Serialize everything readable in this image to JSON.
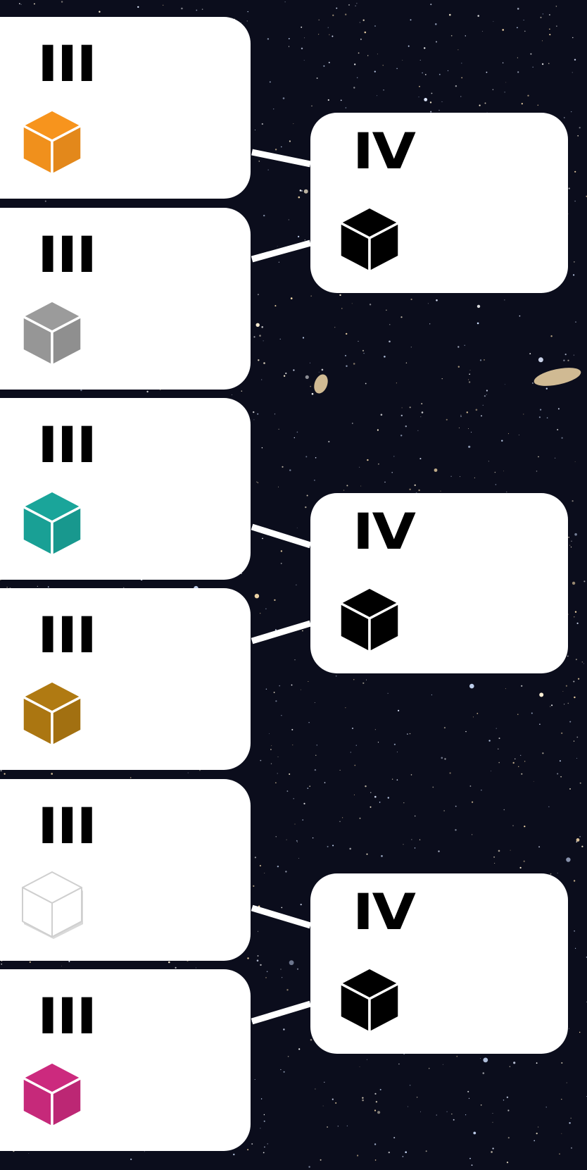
{
  "diagram": {
    "background": "starfield",
    "link_color": "#ffffff",
    "left_nodes": [
      {
        "label": "III",
        "cube_color": "#F7941D"
      },
      {
        "label": "III",
        "cube_color": "#9B9B9B"
      },
      {
        "label": "III",
        "cube_color": "#1AA59A"
      },
      {
        "label": "III",
        "cube_color": "#B07A12"
      },
      {
        "label": "III",
        "cube_color": "#FFFFFF"
      },
      {
        "label": "III",
        "cube_color": "#CC2A7E"
      }
    ],
    "right_nodes": [
      {
        "label": "IV",
        "cube_color": "#000000"
      },
      {
        "label": "IV",
        "cube_color": "#000000"
      },
      {
        "label": "IV",
        "cube_color": "#000000"
      }
    ]
  }
}
